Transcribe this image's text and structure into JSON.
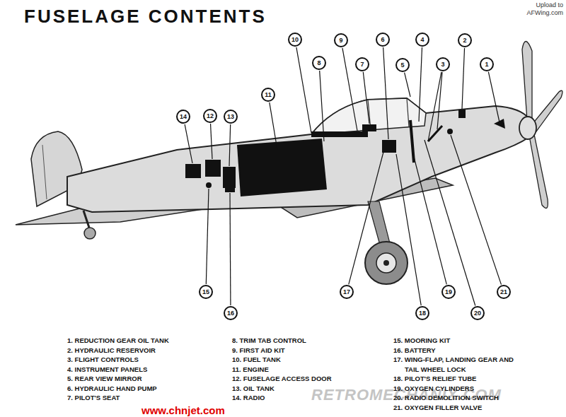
{
  "diagram": {
    "title": "FUSELAGE CONTENTS",
    "nodes": [
      {
        "text": [
          "1"
        ]
      },
      {
        "text": [
          "2"
        ]
      },
      {
        "text": [
          "3"
        ]
      },
      {
        "text": [
          "4"
        ]
      },
      {
        "text": [
          "5"
        ]
      },
      {
        "text": [
          "6"
        ]
      },
      {
        "text": [
          "7"
        ]
      },
      {
        "text": [
          "8"
        ]
      },
      {
        "text": [
          "9"
        ]
      },
      {
        "text": [
          "10"
        ]
      },
      {
        "text": [
          "11"
        ]
      },
      {
        "text": [
          "12"
        ]
      },
      {
        "text": [
          "13"
        ]
      },
      {
        "text": [
          "14"
        ]
      },
      {
        "text": [
          "15"
        ]
      },
      {
        "text": [
          "16"
        ]
      },
      {
        "text": [
          "17"
        ]
      },
      {
        "text": [
          "18"
        ]
      },
      {
        "text": [
          "19"
        ]
      },
      {
        "text": [
          "20"
        ]
      },
      {
        "text": [
          "21"
        ]
      }
    ],
    "labels": [
      "Upload to",
      "AFWing.com",
      "1. REDUCTION GEAR OIL TANK",
      "2. HYDRAULIC RESERVOIR",
      "3. FLIGHT CONTROLS",
      "4. INSTRUMENT PANELS",
      "5. REAR VIEW MIRROR",
      "6. HYDRAULIC HAND PUMP",
      "7. PILOT'S SEAT",
      "8. TRIM TAB CONTROL",
      "9. FIRST AID KIT",
      "10. FUEL TANK",
      "11. ENGINE",
      "12. FUSELAGE ACCESS DOOR",
      "13. OIL TANK",
      "14. RADIO",
      "15. MOORING KIT",
      "16. BATTERY",
      "17. WING-FLAP, LANDING GEAR AND TAIL WHEEL LOCK",
      "18. PILOT'S RELIEF TUBE",
      "19. OXYGEN CYLINDERS",
      "20. RADIO DEMOLITION SWITCH",
      "21. OXYGEN FILLER VALVE",
      "RETROMECHANIX.COM",
      "www.chnjet.com"
    ]
  }
}
